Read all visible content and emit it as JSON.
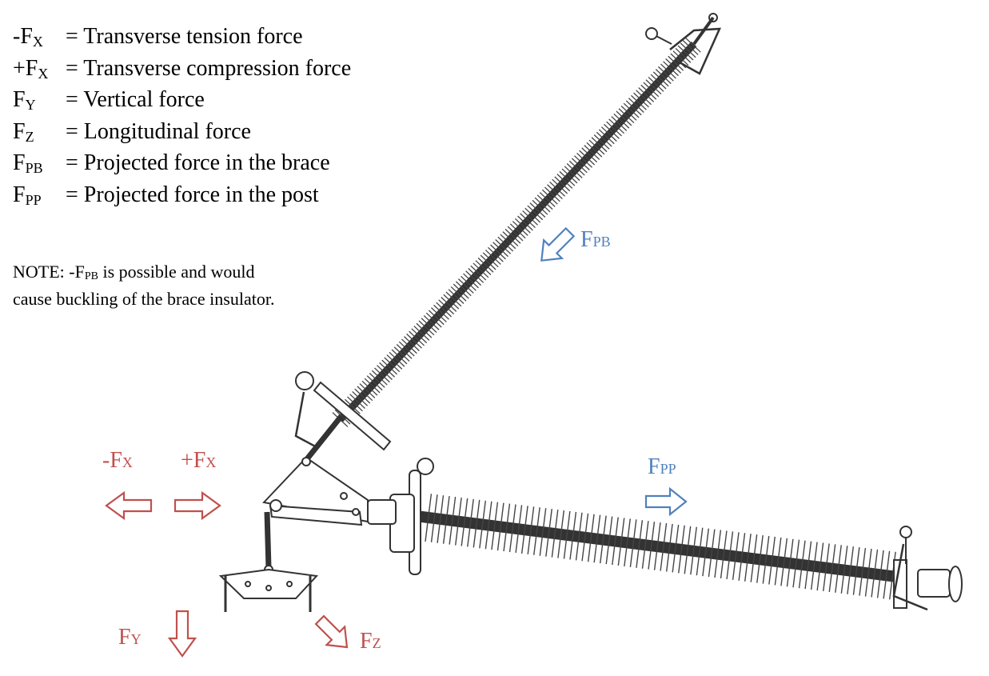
{
  "legend": [
    {
      "symbol": "-F",
      "subscript": "X",
      "definition": "= Transverse tension force"
    },
    {
      "symbol": "+F",
      "subscript": "X",
      "definition": "= Transverse compression force"
    },
    {
      "symbol": "F",
      "subscript": "Y",
      "definition": "= Vertical force"
    },
    {
      "symbol": "F",
      "subscript": "Z",
      "definition": "= Longitudinal force"
    },
    {
      "symbol": "F",
      "subscript": "PB",
      "definition": "= Projected force in the brace"
    },
    {
      "symbol": "F",
      "subscript": "PP",
      "definition": "= Projected force in the post"
    }
  ],
  "note": {
    "prefix": "NOTE:  -F",
    "subscript": "PB",
    "line1_rest": " is possible and would",
    "line2": "cause buckling of the brace insulator."
  },
  "force_labels": {
    "fpb": {
      "main": "F",
      "sub": "PB"
    },
    "fpp": {
      "main": "F",
      "sub": "PP"
    },
    "neg_fx": {
      "main": "-F",
      "sub": "X"
    },
    "pos_fx": {
      "main": "+F",
      "sub": "X"
    },
    "fy": {
      "main": "F",
      "sub": "Y"
    },
    "fz": {
      "main": "F",
      "sub": "Z"
    }
  },
  "colors": {
    "red": "#c0504d",
    "blue": "#4f81bd",
    "insulator": "#333333"
  }
}
